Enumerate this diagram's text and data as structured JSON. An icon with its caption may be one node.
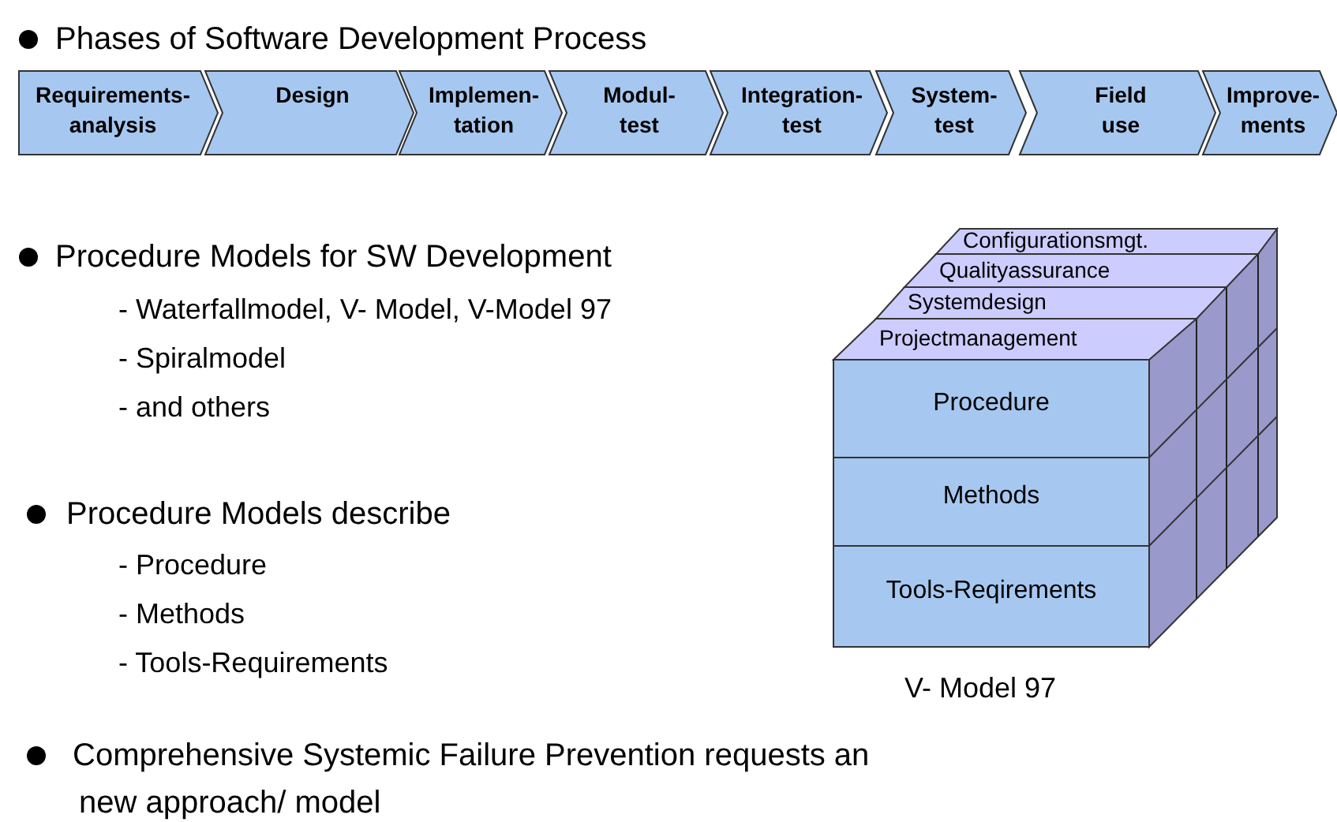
{
  "diagram": {
    "nodes": [
      {
        "text": [
          "Requirements-analysis"
        ]
      },
      {
        "text": [
          "Design"
        ]
      },
      {
        "text": [
          "Implemen-tation"
        ]
      },
      {
        "text": [
          "Modul-test"
        ]
      },
      {
        "text": [
          "Integration-test"
        ]
      },
      {
        "text": [
          "System-test"
        ]
      },
      {
        "text": [
          "Field use"
        ]
      },
      {
        "text": [
          "Improve-ments"
        ]
      },
      {
        "text": [
          "Configurationsmgt."
        ]
      },
      {
        "text": [
          "Qualityassurance"
        ]
      },
      {
        "text": [
          "Systemdesign"
        ]
      },
      {
        "text": [
          "Projectmanagement"
        ]
      },
      {
        "text": [
          "Procedure"
        ]
      },
      {
        "text": [
          "Methods"
        ]
      },
      {
        "text": [
          "Tools-Reqirements"
        ]
      }
    ],
    "edges": [],
    "labels": [
      "Phases of Software Development Process",
      "Procedure Models for SW Development",
      "- Waterfallmodel, V- Model, V-Model 97",
      "- Spiralmodel",
      "- and others",
      "Procedure Models describe",
      "- Procedure",
      "- Methods",
      "- Tools-Requirements",
      "V- Model 97",
      "Comprehensive Systemic Failure Prevention requests an new approach/ model"
    ]
  }
}
